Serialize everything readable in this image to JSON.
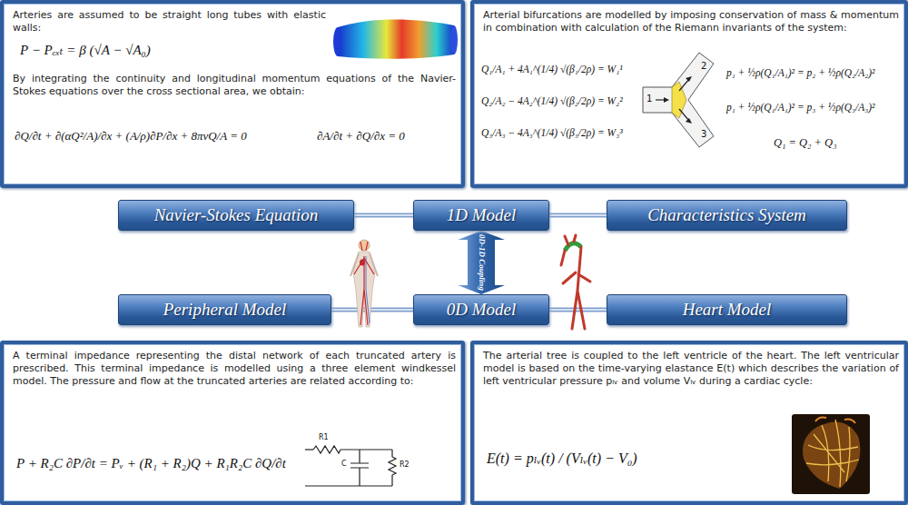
{
  "diagram": {
    "nodes": [
      {
        "text": [
          "Arteries are assumed to be straight long tubes with elastic walls:",
          "P − Pₑₓₜ = β (√A − √A₀)",
          "By integrating the continuity and longitudinal momentum equations of the Navier-Stokes equations over the cross sectional area, we obtain:",
          "∂Q/∂t + ∂(αQ²/A)/∂x + (A/ρ)∂P/∂x + 8πνQ/A = 0",
          "∂A/∂t + ∂Q/∂x = 0"
        ]
      },
      {
        "text": [
          "Arterial bifurcations are modelled by imposing conservation of mass & momentum in combination with calculation of the Riemann invariants of the system:",
          "Q₁/A₁ + 4A₁^(1/4) √(β₁/2ρ) = W₁¹",
          "Q₂/A₂ − 4A₂^(1/4) √(β₂/2ρ) = W₂²",
          "Q₃/A₃ − 4A₃^(1/4) √(β₃/2ρ) = W₃³",
          "p₁ + ½ρ(Q₁/A₁)² = p₂ + ½ρ(Q₂/A₂)²",
          "p₁ + ½ρ(Q₁/A₁)² = p₃ + ½ρ(Q₃/A₃)²",
          "Q₁ = Q₂ + Q₃"
        ]
      },
      {
        "text": [
          "Navier-Stokes Equation"
        ]
      },
      {
        "text": [
          "1D Model"
        ]
      },
      {
        "text": [
          "Characteristics System"
        ]
      },
      {
        "text": [
          "Peripheral Model"
        ]
      },
      {
        "text": [
          "0D Model"
        ]
      },
      {
        "text": [
          "Heart Model"
        ]
      },
      {
        "text": [
          "A terminal impedance representing the distal network of each truncated artery is prescribed. This terminal impedance is modelled using a three element windkessel model. The pressure and flow at the truncated arteries are related according to:",
          "P + R₂C ∂P/∂t = Pᵥ + (R₁ + R₂)Q + R₁R₂C ∂Q/∂t"
        ]
      },
      {
        "text": [
          "The arterial tree is coupled to the left ventricle of the heart. The left ventricular model is based on the time-varying elastance E(t) which describes the variation of left ventricular pressure pₗᵥ and volume Vₗᵥ during a cardiac cycle:",
          "E(t) = pₗᵥ(t) / (Vₗᵥ(t) − V₀)"
        ]
      }
    ],
    "edges": [
      {
        "from": 2,
        "to": 3,
        "arrow": "none"
      },
      {
        "from": 3,
        "to": 4,
        "arrow": "none"
      },
      {
        "from": 5,
        "to": 6,
        "arrow": "none"
      },
      {
        "from": 6,
        "to": 7,
        "arrow": "none"
      },
      {
        "from": 3,
        "to": 6,
        "label": "0D-1D Coupling",
        "arrow": "both"
      }
    ],
    "labels": [
      "1",
      "2",
      "3",
      "R1",
      "C",
      "R2"
    ]
  }
}
